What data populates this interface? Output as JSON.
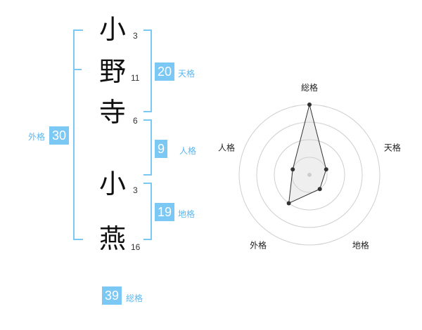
{
  "name": {
    "surname": [
      {
        "char": "小",
        "strokes": "3"
      },
      {
        "char": "野",
        "strokes": "11"
      },
      {
        "char": "寺",
        "strokes": "6"
      }
    ],
    "given": [
      {
        "char": "小",
        "strokes": "3"
      },
      {
        "char": "燕",
        "strokes": "16"
      }
    ]
  },
  "grids": {
    "tenkaku": {
      "value": "20",
      "label": "天格"
    },
    "jinkaku": {
      "value": "9",
      "label": "人格"
    },
    "chikaku": {
      "value": "19",
      "label": "地格"
    },
    "gaikaku": {
      "value": "30",
      "label": "外格"
    },
    "soukaku": {
      "value": "39",
      "label": "総格"
    }
  },
  "colors": {
    "accent": "#7cc8f5",
    "accent_text": "#5ab7ef"
  },
  "chart_data": {
    "type": "radar",
    "axes": [
      "総格",
      "天格",
      "地格",
      "外格",
      "人格"
    ],
    "values": [
      4,
      1,
      1,
      2,
      1
    ],
    "rmax": 4,
    "rings": 4
  }
}
